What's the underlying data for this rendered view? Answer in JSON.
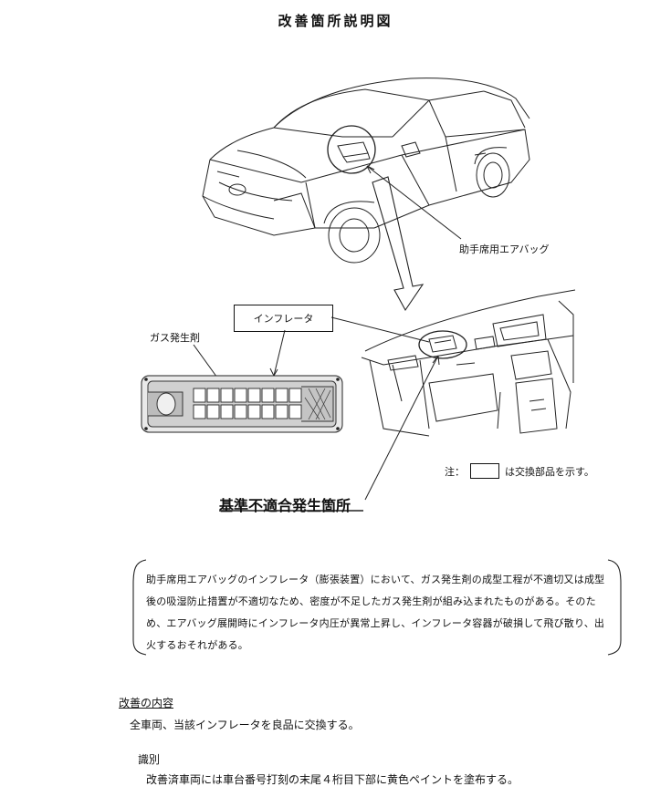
{
  "title": "改善箇所説明図",
  "labels": {
    "airbag": "助手席用エアバッグ",
    "inflator": "インフレータ",
    "gas_agent": "ガス発生剤",
    "defect_location": "基準不適合発生箇所"
  },
  "note": {
    "prefix": "注：",
    "suffix": "は交換部品を示す。"
  },
  "description": "助手席用エアバッグのインフレータ（膨張装置）において、ガス発生剤の成型工程が不適切又は成型後の吸湿防止措置が不適切なため、密度が不足したガス発生剤が組み込まれたものがある。そのため、エアバッグ展開時にインフレータ内圧が異常上昇し、インフレータ容器が破損して飛び散り、出火するおそれがある。",
  "remedy": {
    "heading": "改善の内容",
    "text": "全車両、当該インフレータを良品に交換する。"
  },
  "identification": {
    "heading": "識別",
    "text": "改善済車両には車台番号打刻の末尾４桁目下部に黄色ペイントを塗布する。"
  }
}
